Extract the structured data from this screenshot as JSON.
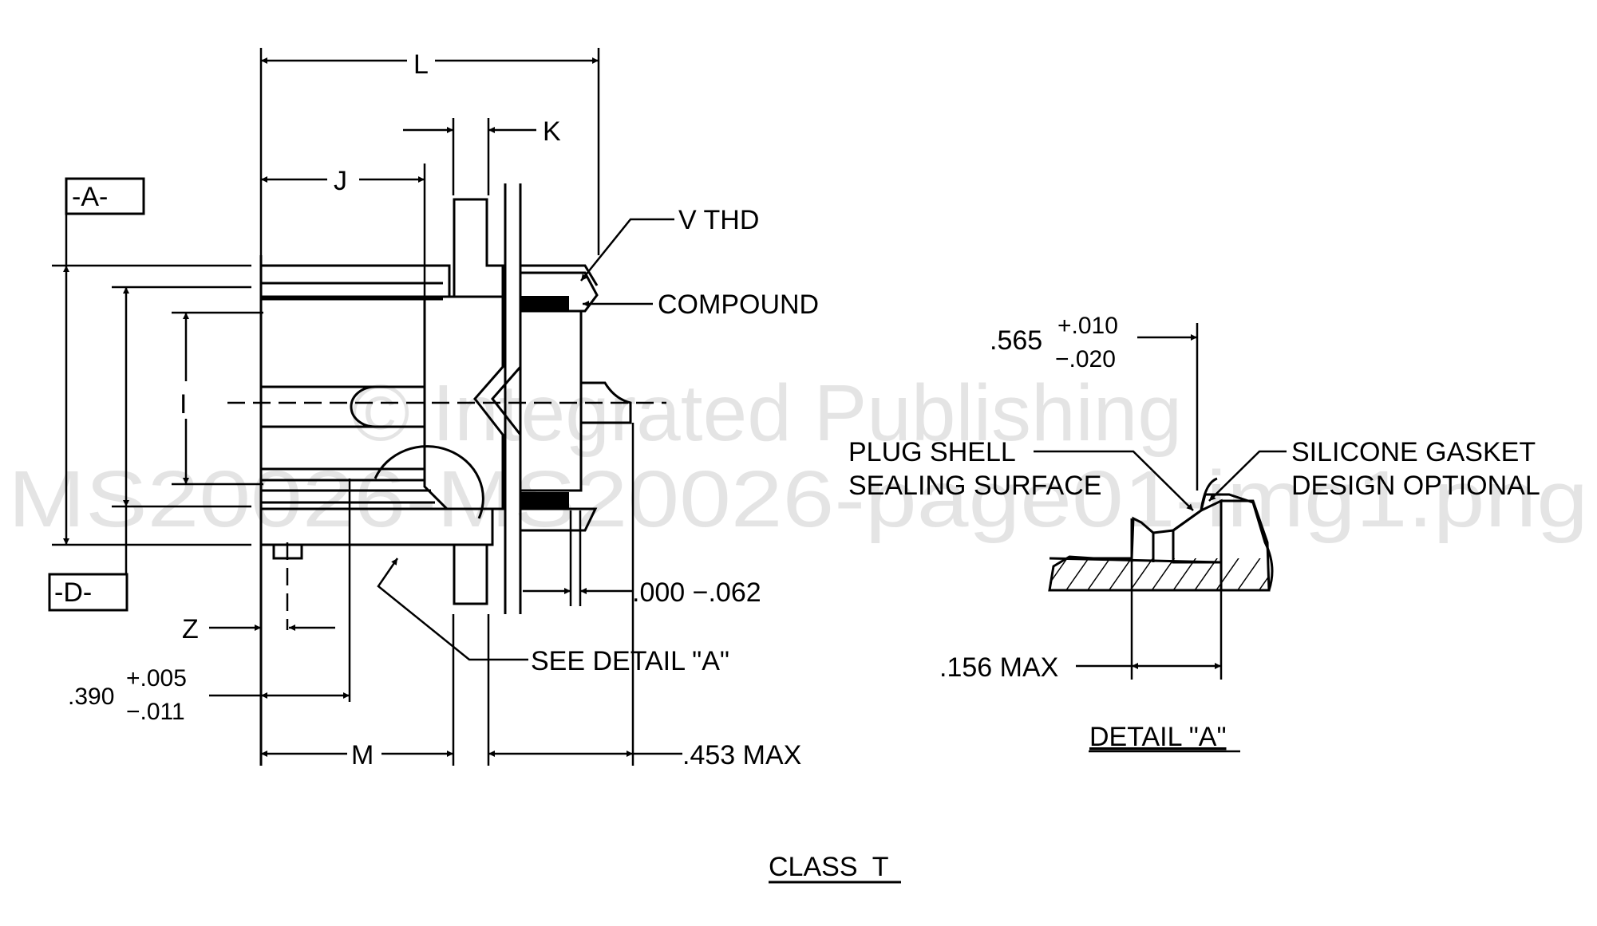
{
  "title": "CLASS  T",
  "watermark": {
    "line1": "© Integrated Publishing",
    "line2": "MS20026-MS20026-page01-img1.png"
  },
  "datums": {
    "a": "-A-",
    "d": "-D-"
  },
  "dimensions": {
    "L": "L",
    "J": "J",
    "K": "K",
    "I": "I",
    "M": "M",
    "Z": "Z",
    "d390": {
      "nominal": ".390",
      "plus": "+.005",
      "minus": "−.011"
    },
    "d453": ".453 MAX",
    "d000": ".000  −.062"
  },
  "callouts": {
    "vthd": "V  THD",
    "compound": "COMPOUND",
    "see_detail": "SEE DETAIL \"A\""
  },
  "detail_a": {
    "title": "DETAIL \"A\"",
    "d565": {
      "nominal": ".565",
      "plus": "+.010",
      "minus": "−.020"
    },
    "d156": ".156 MAX",
    "plug_shell": [
      "PLUG SHELL",
      "SEALING SURFACE"
    ],
    "gasket": [
      "SILICONE GASKET",
      "DESIGN OPTIONAL"
    ]
  }
}
